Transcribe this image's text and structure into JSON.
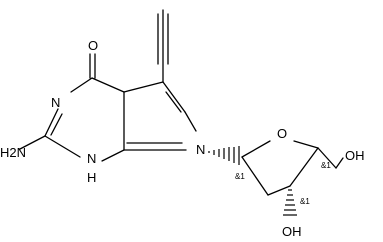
{
  "atoms": {
    "o_carbonyl": "O",
    "n3": "N",
    "n1": "N",
    "h1": "H",
    "n7": "N",
    "h2n": "H2N",
    "o_ring": "O",
    "oh_5prime": "OH",
    "oh_3prime": "OH"
  },
  "stereo_labels": {
    "c1prime": "&1",
    "c4prime": "&1",
    "c3prime": "&1"
  }
}
